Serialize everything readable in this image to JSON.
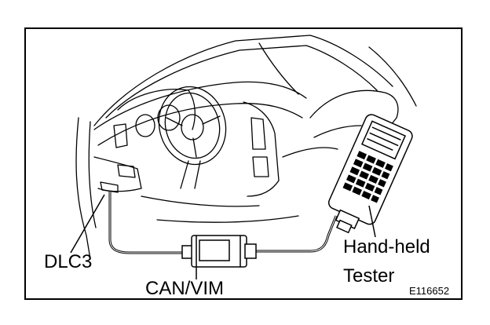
{
  "diagram": {
    "labels": {
      "dlc3": "DLC3",
      "can_vim": "CAN/VIM",
      "tester_line1": "Hand-held",
      "tester_line2": "Tester",
      "figure_code": "E116652"
    }
  }
}
